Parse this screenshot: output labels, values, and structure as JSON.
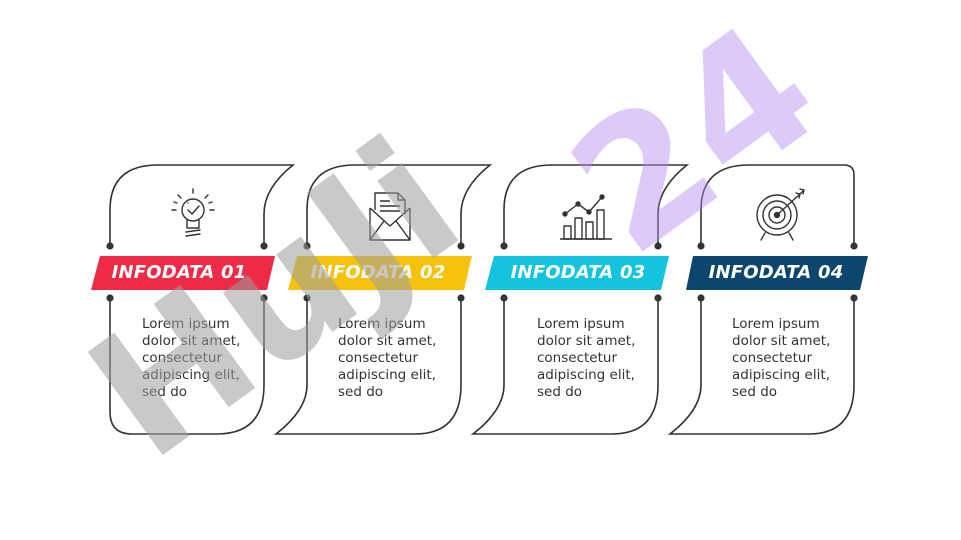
{
  "steps": [
    {
      "title": "INFODATA 01",
      "color": "#ee2b47",
      "icon": "lightbulb-check-icon",
      "body_lines": [
        "Lorem ipsum",
        "dolor sit amet,",
        "consectetur",
        "adipiscing elit,",
        "sed do"
      ]
    },
    {
      "title": "INFODATA 02",
      "color": "#f7c20d",
      "icon": "envelope-document-icon",
      "body_lines": [
        "Lorem ipsum",
        "dolor sit amet,",
        "consectetur",
        "adipiscing elit,",
        "sed do"
      ]
    },
    {
      "title": "INFODATA 03",
      "color": "#13c4dc",
      "icon": "bar-chart-trend-icon",
      "body_lines": [
        "Lorem ipsum",
        "dolor sit amet,",
        "consectetur",
        "adipiscing elit,",
        "sed do"
      ]
    },
    {
      "title": "INFODATA 04",
      "color": "#0d466c",
      "icon": "target-arrow-icon",
      "body_lines": [
        "Lorem ipsum",
        "dolor sit amet,",
        "consectetur",
        "adipiscing elit,",
        "sed do"
      ]
    }
  ],
  "watermark": {
    "text_left": "HuJi",
    "text_right": "24",
    "color_left": "#9e9e9e",
    "color_right": "#b58cf2"
  }
}
